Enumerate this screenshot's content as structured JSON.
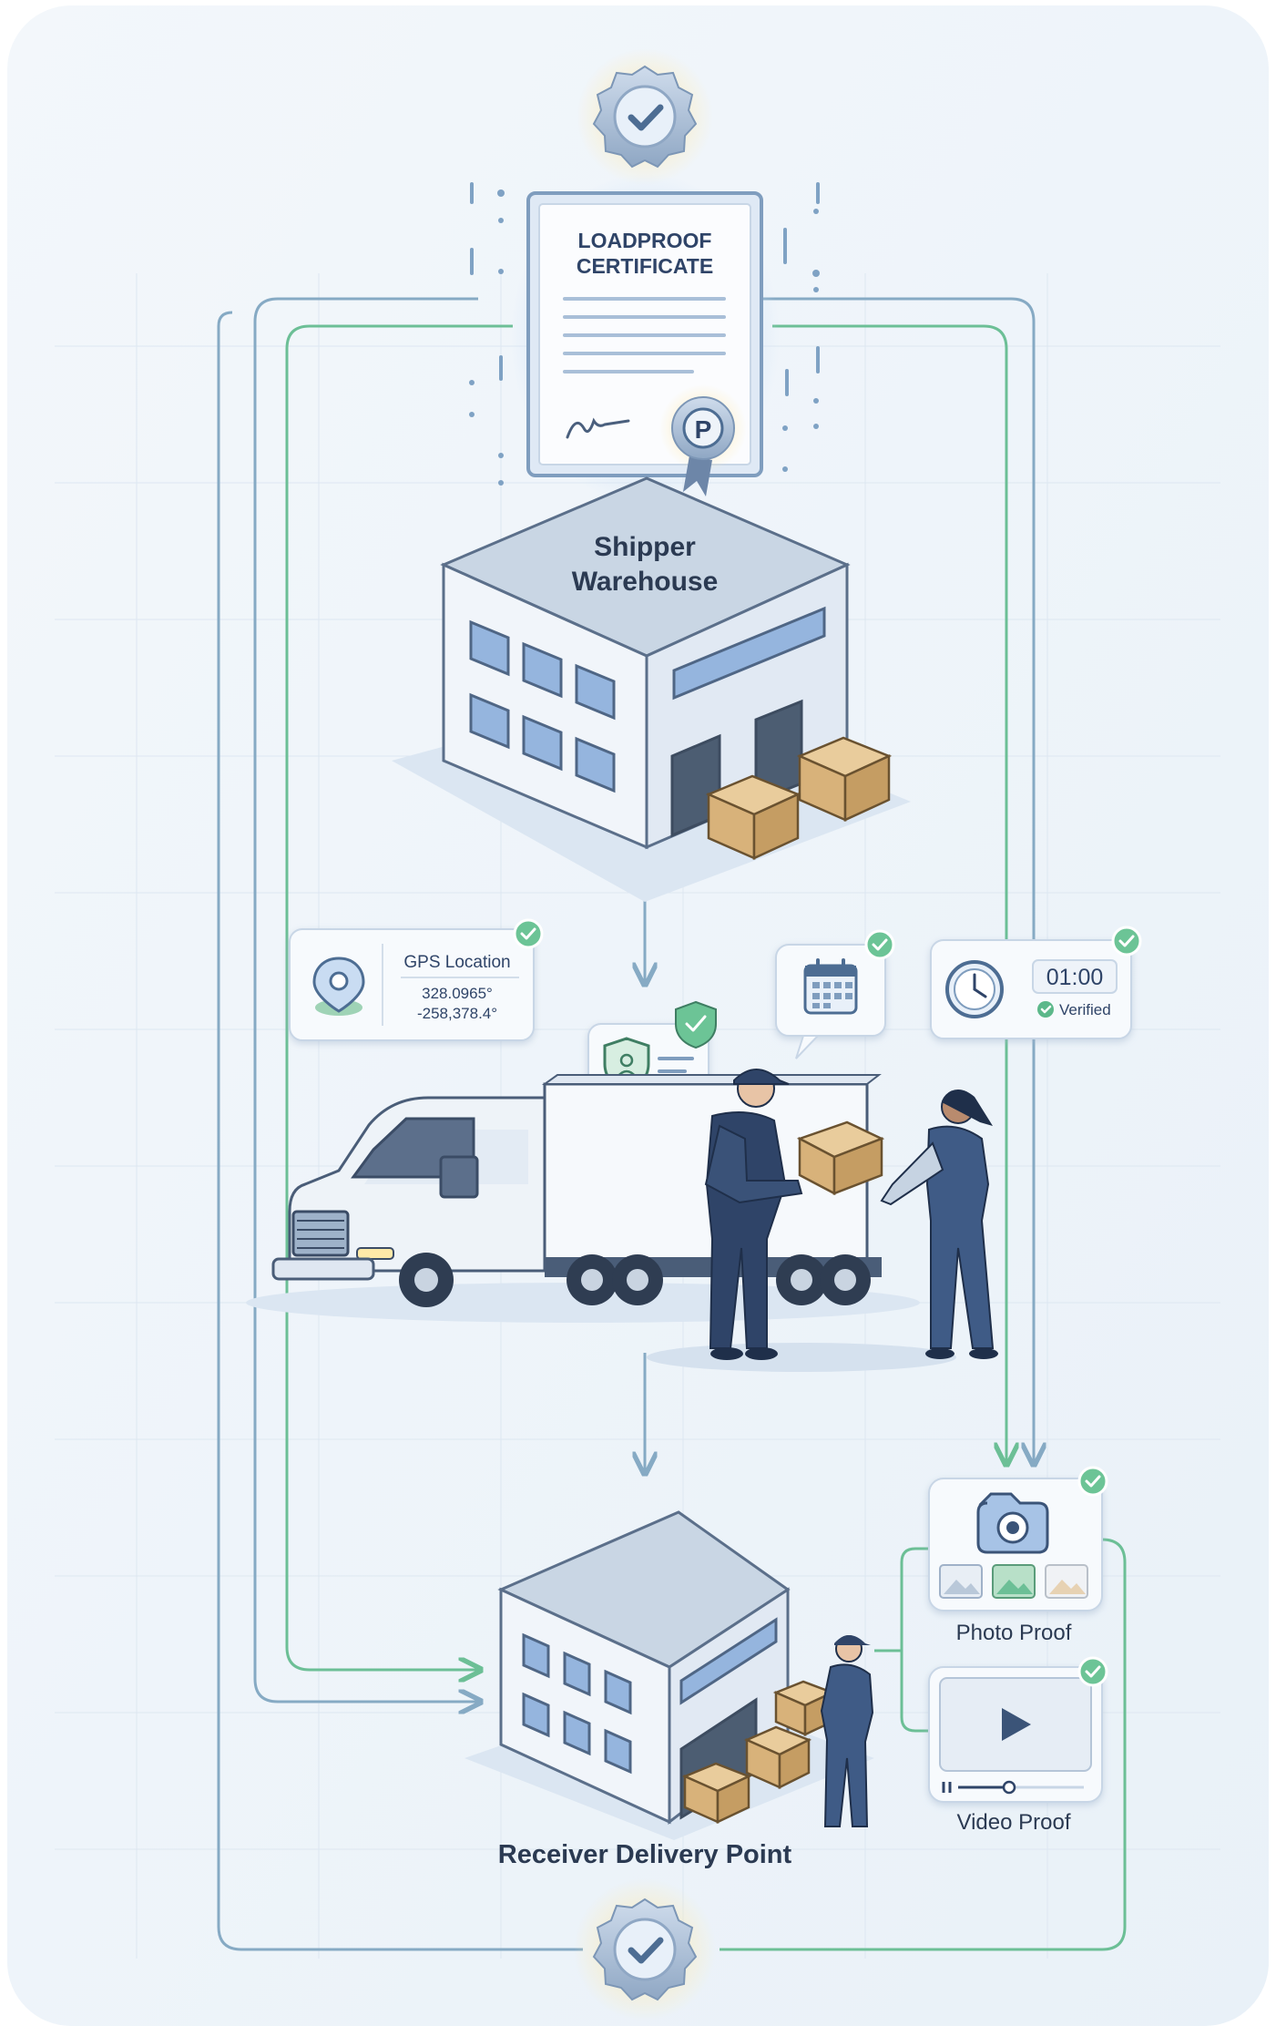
{
  "certificate": {
    "title_line1": "LOADPROOF",
    "title_line2": "CERTIFICATE",
    "seal_letter": "P"
  },
  "shipper": {
    "label_line1": "Shipper",
    "label_line2": "Warehouse"
  },
  "gps": {
    "label": "GPS Location",
    "coord1": "328.0965°",
    "coord2": "-258,378.4°"
  },
  "timer": {
    "time": "01:00",
    "status": "Verified"
  },
  "receiver": {
    "label": "Receiver Delivery Point"
  },
  "photo_proof": {
    "label": "Photo Proof"
  },
  "video_proof": {
    "label": "Video Proof"
  },
  "colors": {
    "blue_line": "#86aac4",
    "green_line": "#6cbf96",
    "check_green": "#5cb88a",
    "navy": "#2f4468",
    "building_front": "#f1f5fa",
    "box": "#d8b27a"
  }
}
